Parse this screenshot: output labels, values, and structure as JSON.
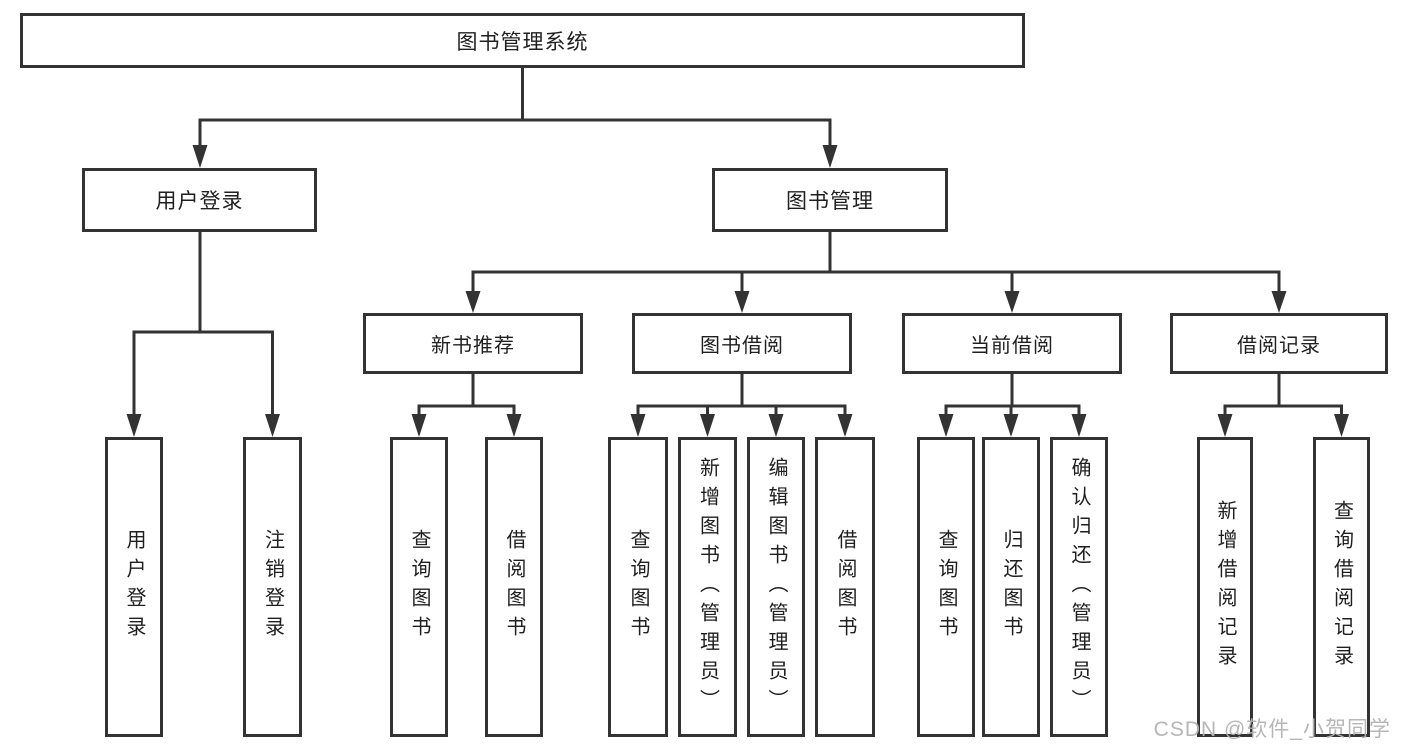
{
  "diagram": {
    "root": {
      "label": "图书管理系统"
    },
    "level2": {
      "user_login": {
        "label": "用户登录"
      },
      "book_mgmt": {
        "label": "图书管理"
      }
    },
    "level3": {
      "new_book": {
        "label": "新书推荐"
      },
      "borrowing": {
        "label": "图书借阅"
      },
      "current": {
        "label": "当前借阅"
      },
      "records": {
        "label": "借阅记录"
      }
    },
    "leaves": {
      "user_login": {
        "label": "用户登录"
      },
      "logout": {
        "label": "注销登录"
      },
      "nb_query": {
        "label": "查询图书"
      },
      "nb_borrow": {
        "label": "借阅图书"
      },
      "bb_query": {
        "label": "查询图书"
      },
      "bb_add": {
        "label": "新增图书（管理员）"
      },
      "bb_edit": {
        "label": "编辑图书（管理员）"
      },
      "bb_borrow": {
        "label": "借阅图书"
      },
      "cb_query": {
        "label": "查询图书"
      },
      "cb_return": {
        "label": "归还图书"
      },
      "cb_confirm": {
        "label": "确认归还（管理员）"
      },
      "br_add": {
        "label": "新增借阅记录"
      },
      "br_query": {
        "label": "查询借阅记录"
      }
    },
    "watermark": "CSDN @软件_小贺同学",
    "colors": {
      "line": "#333333",
      "box_border": "#333333",
      "text": "#1f1f1f",
      "watermark": "#b3b3b3",
      "background": "#ffffff"
    }
  }
}
